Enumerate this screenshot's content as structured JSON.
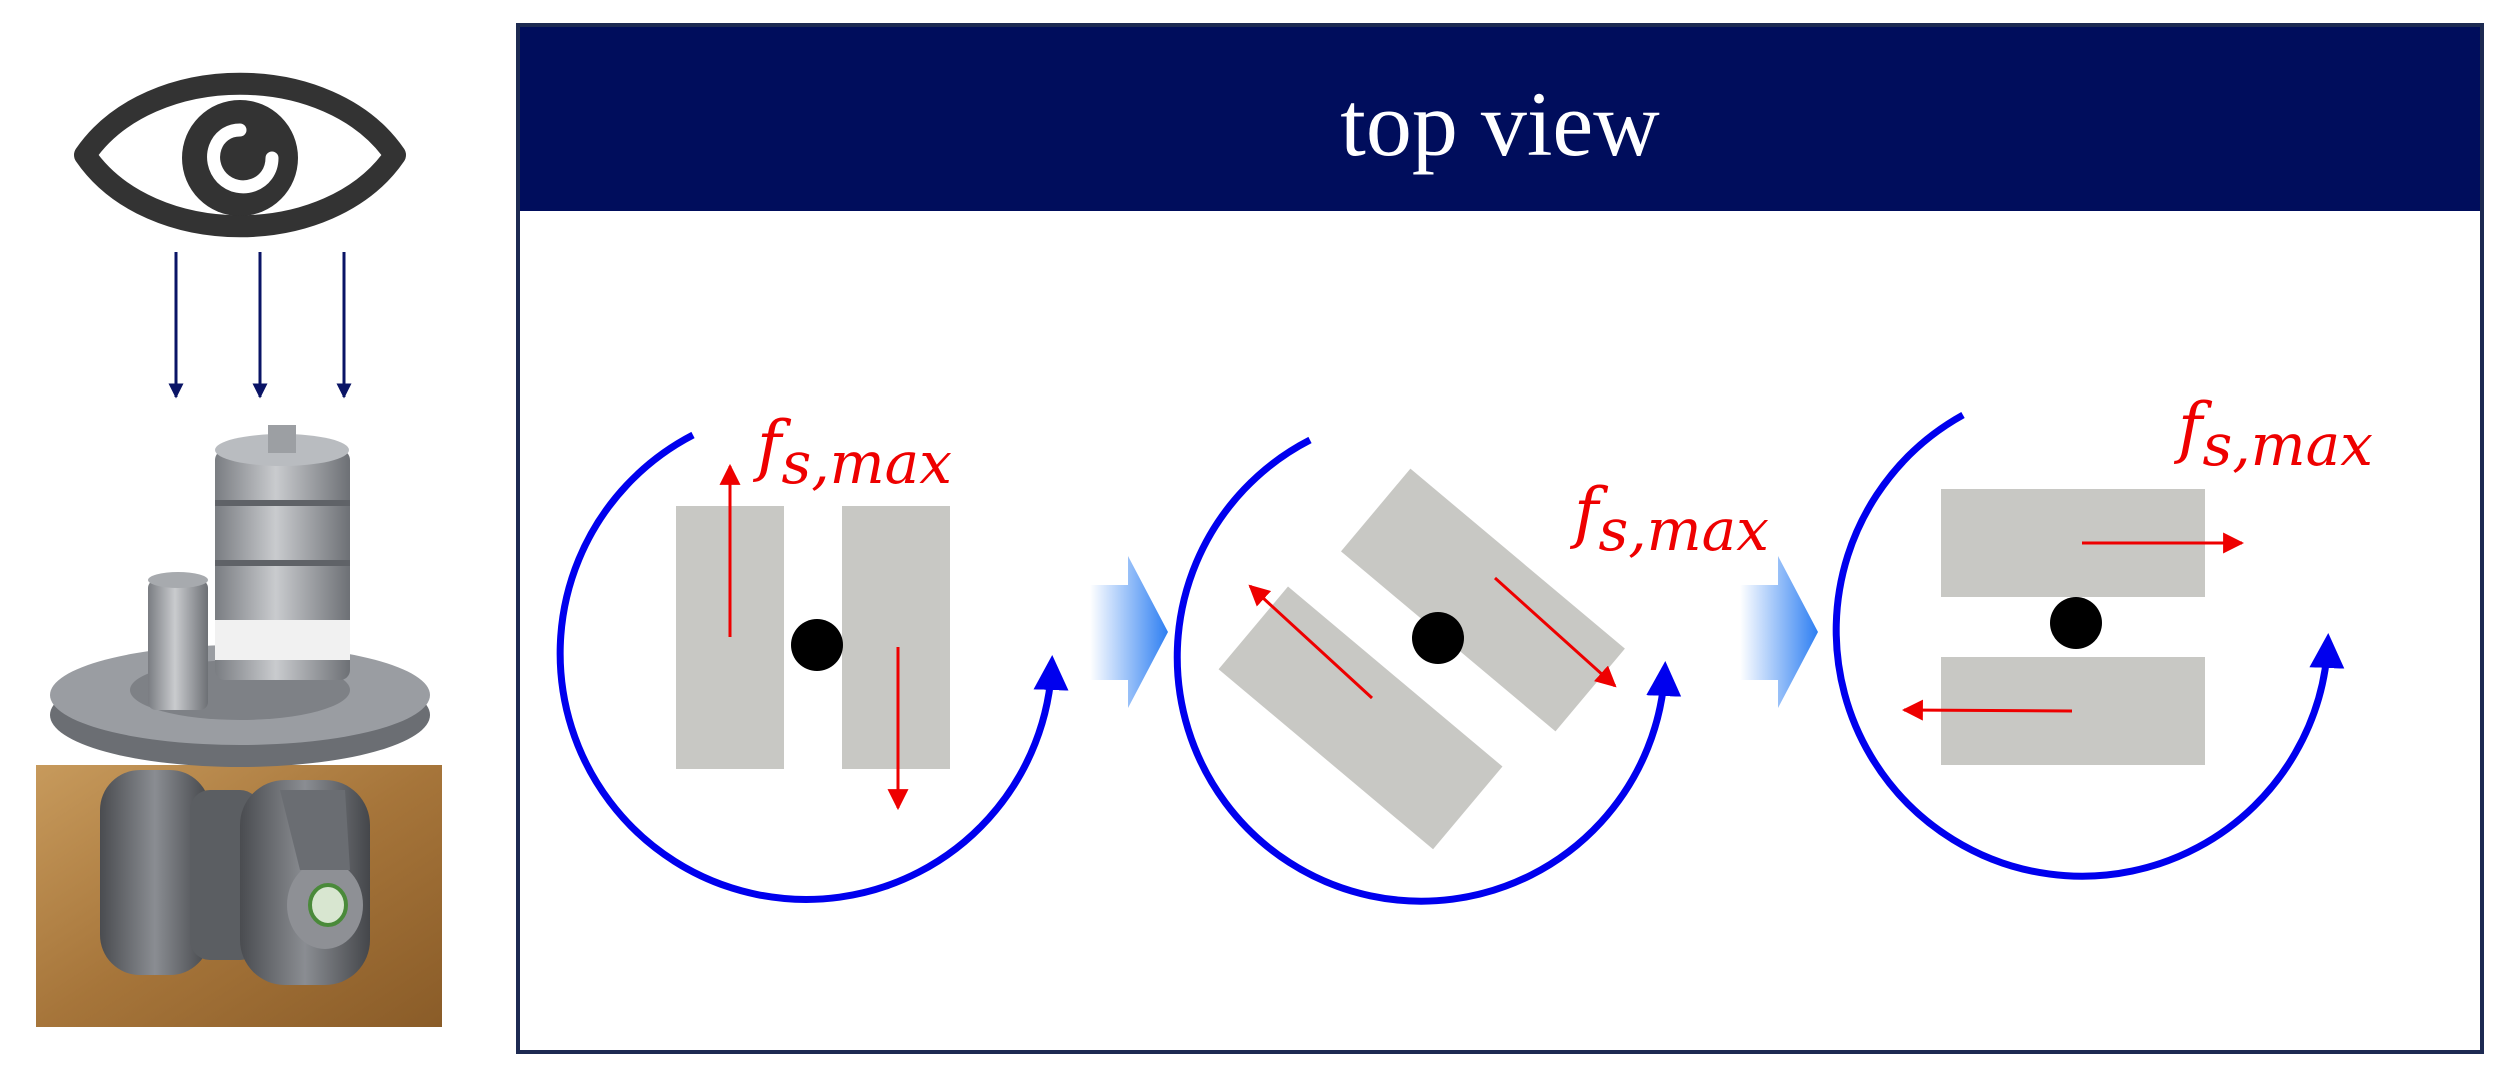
{
  "panel": {
    "title": "top view",
    "header_color": "#000d5c",
    "border_color": "#1d2a52"
  },
  "colors": {
    "rotation_arc": "#0000ee",
    "force_arrow": "#ee0000",
    "wheel": "#c8c8c4",
    "pivot": "#000000",
    "eye": "#333333",
    "view_arrows": "#0a1466",
    "step_arrow": "#3d8ef5"
  },
  "icons": {
    "eye": "eye-icon",
    "step": "chevron-right-arrow"
  },
  "stages": [
    {
      "name": "stage-1",
      "force_label": {
        "base": "f",
        "sub": "s,max"
      }
    },
    {
      "name": "stage-2",
      "force_label": {
        "base": "f",
        "sub": "s,max"
      }
    },
    {
      "name": "stage-3",
      "force_label": {
        "base": "f",
        "sub": "s,max"
      }
    }
  ]
}
